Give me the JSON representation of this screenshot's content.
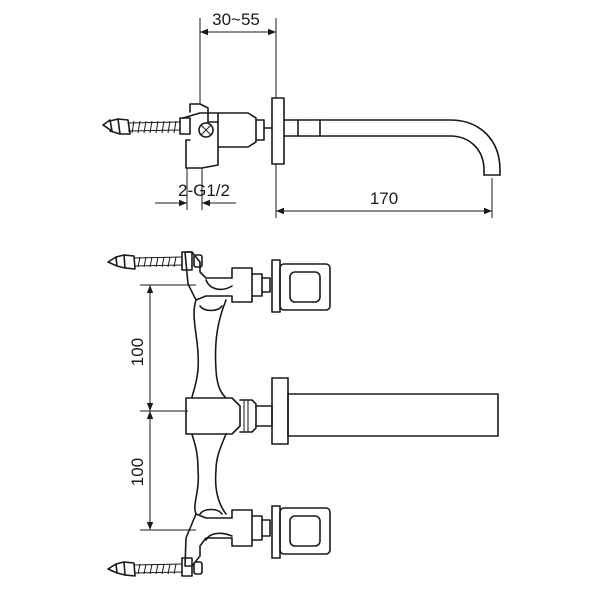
{
  "dimensions": {
    "top_adjust": "30~55",
    "thread": "2-G1/2",
    "spout_length": "170",
    "spacing_upper": "100",
    "spacing_lower": "100"
  }
}
